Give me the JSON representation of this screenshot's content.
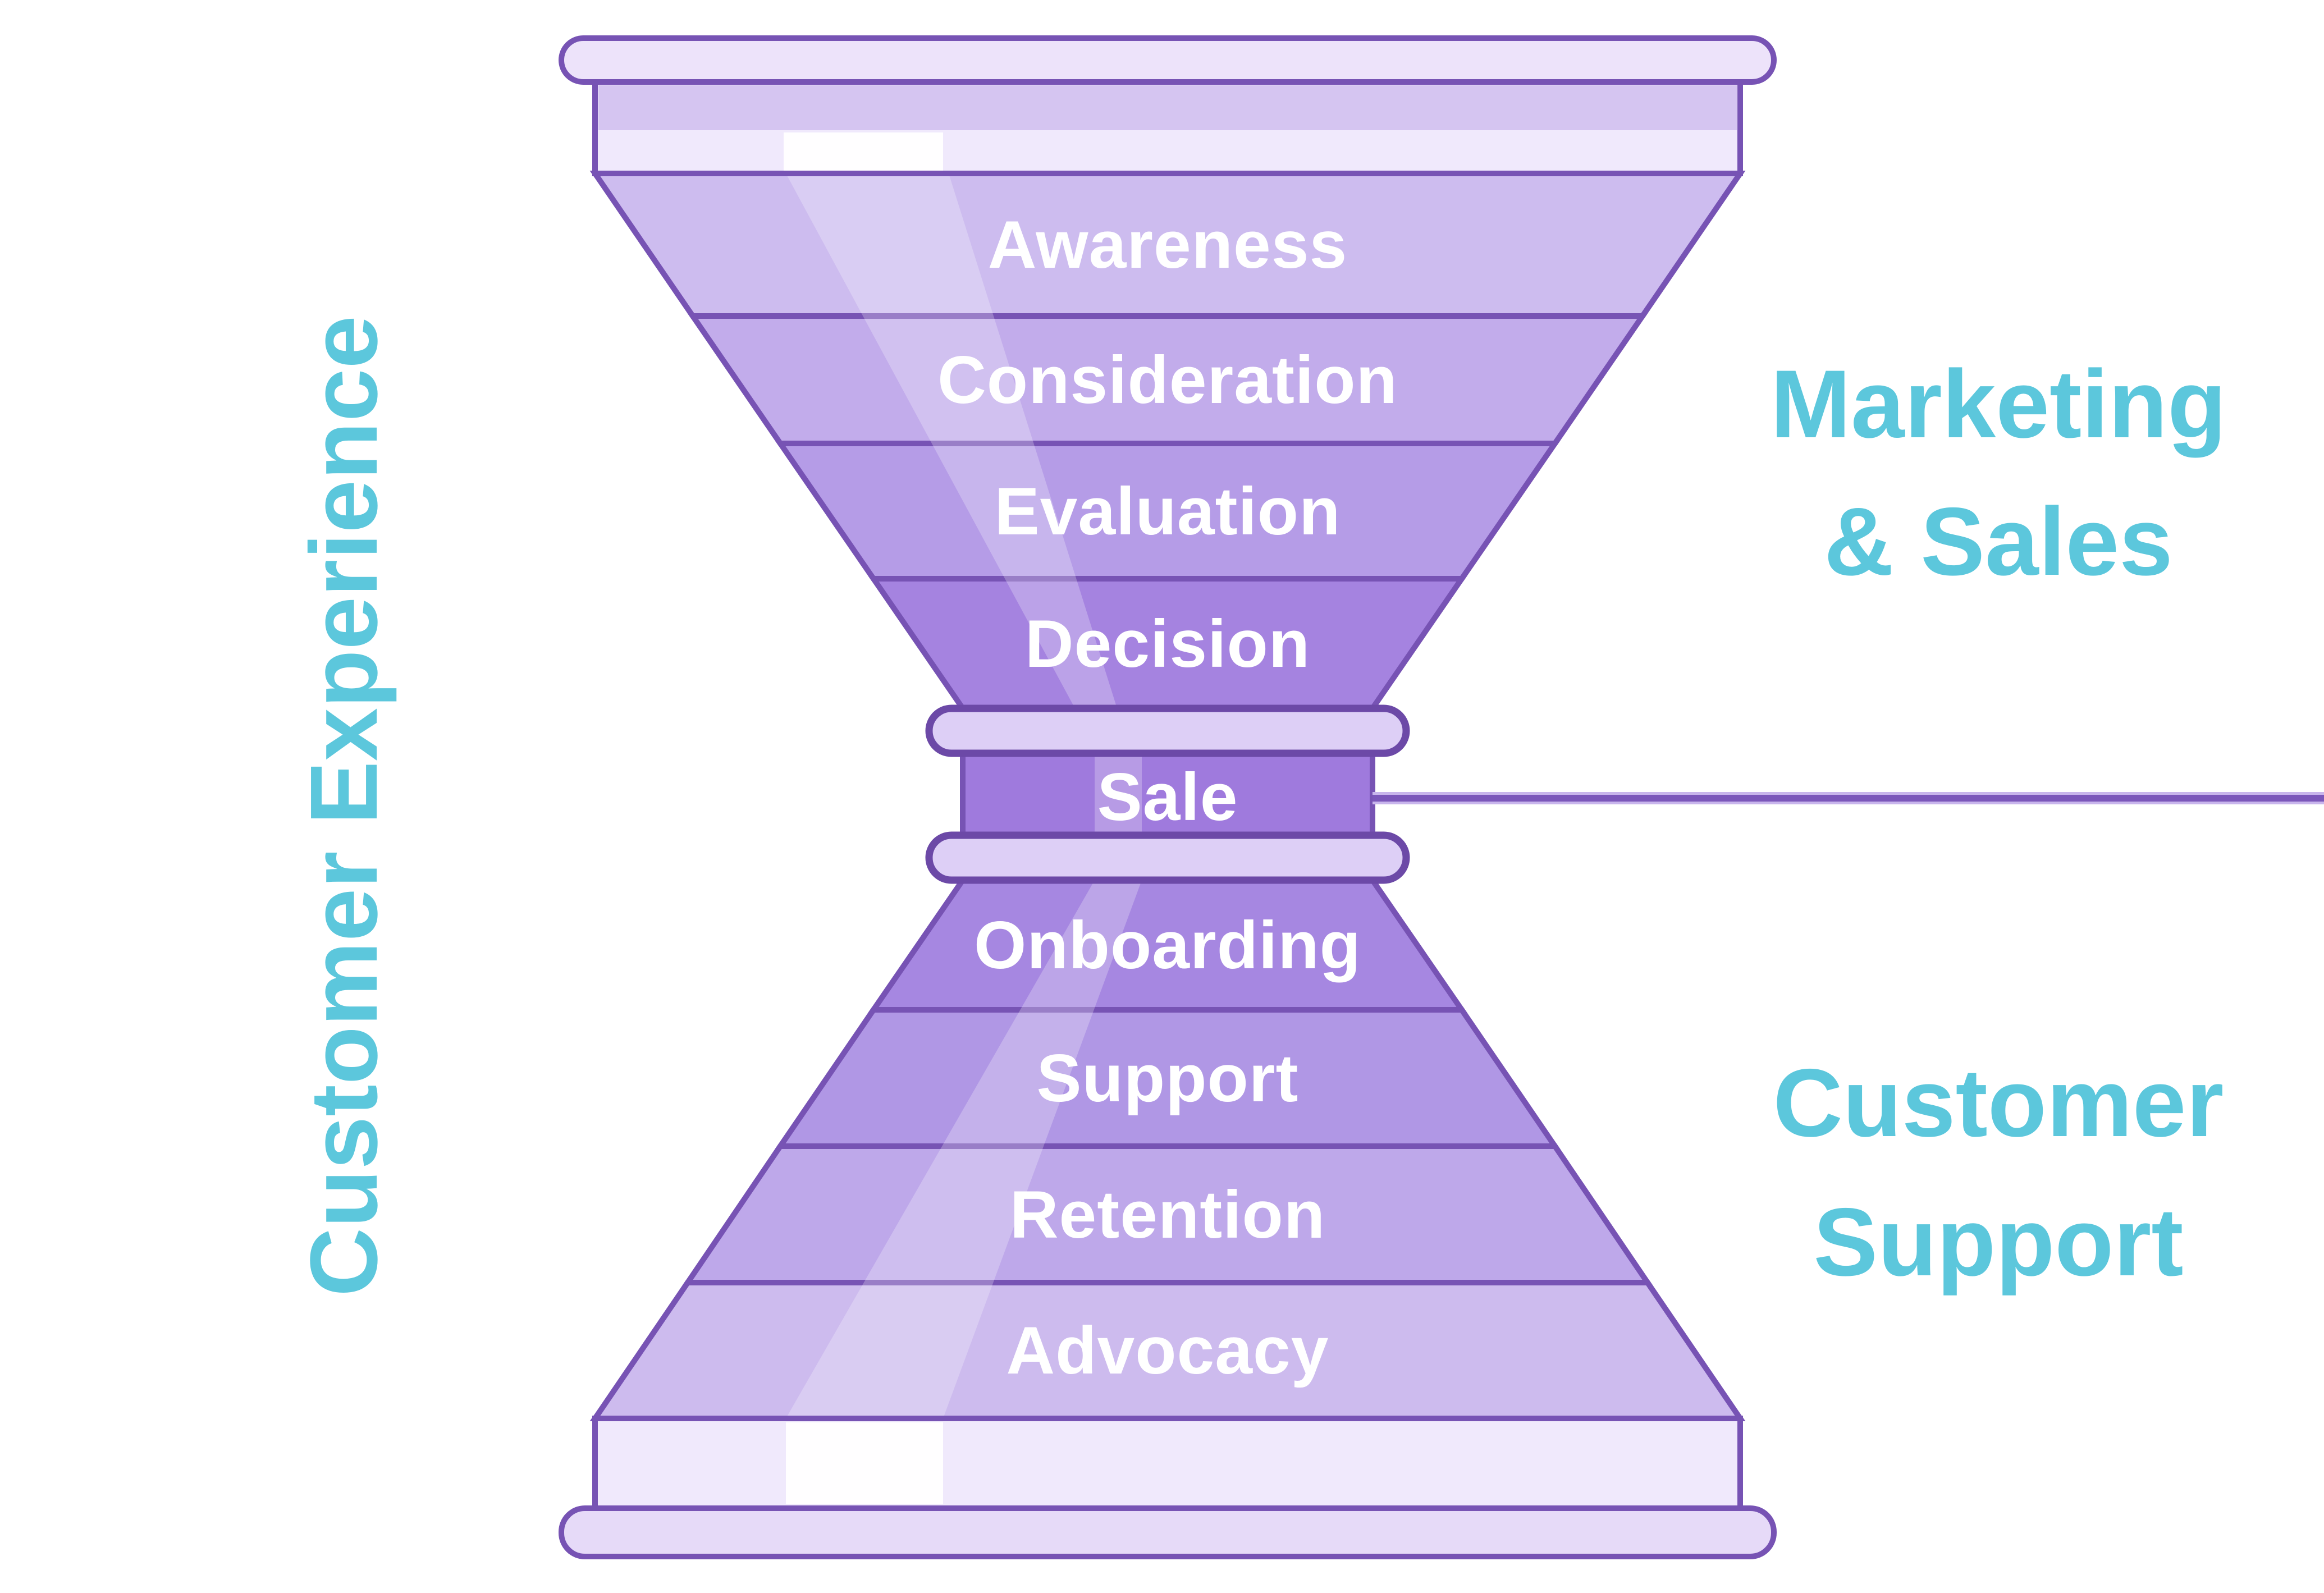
{
  "diagram": {
    "title_hint": "Hourglass customer funnel",
    "left_axis_label": "Customer Experience",
    "right_top_label": {
      "line1": "Marketing",
      "line2": "& Sales"
    },
    "right_bottom_label": {
      "line1": "Customer",
      "line2": "Support"
    },
    "funnel": {
      "top_stages": [
        "Awareness",
        "Consideration",
        "Evaluation",
        "Decision"
      ],
      "neck_stage": "Sale",
      "bottom_stages": [
        "Onboarding",
        "Support",
        "Retention",
        "Advocacy"
      ]
    },
    "colors": {
      "outline": "#7753B4",
      "collar_outline": "#6C49A7",
      "cap_top": "#EDE3FA",
      "cap_bottom": "#E6DAF8",
      "rim": "#F0E9FC",
      "rim_band": "#D5C5F1",
      "collar": "#DDCFF6",
      "connector": "#7B57BA",
      "connector_halo": "#C8B5EC",
      "accent_text": "#5CC7DC",
      "stage_text": "#FFFFFF",
      "stages": {
        "awareness": "#CDBCEF",
        "consideration": "#C2ACEB",
        "evaluation": "#B59CE7",
        "decision": "#A583E0",
        "sale": "#9F7ADD",
        "onboarding": "#A687E1",
        "support": "#B097E5",
        "retention": "#BEA8EA",
        "advocacy": "#CDBBEE"
      }
    }
  }
}
